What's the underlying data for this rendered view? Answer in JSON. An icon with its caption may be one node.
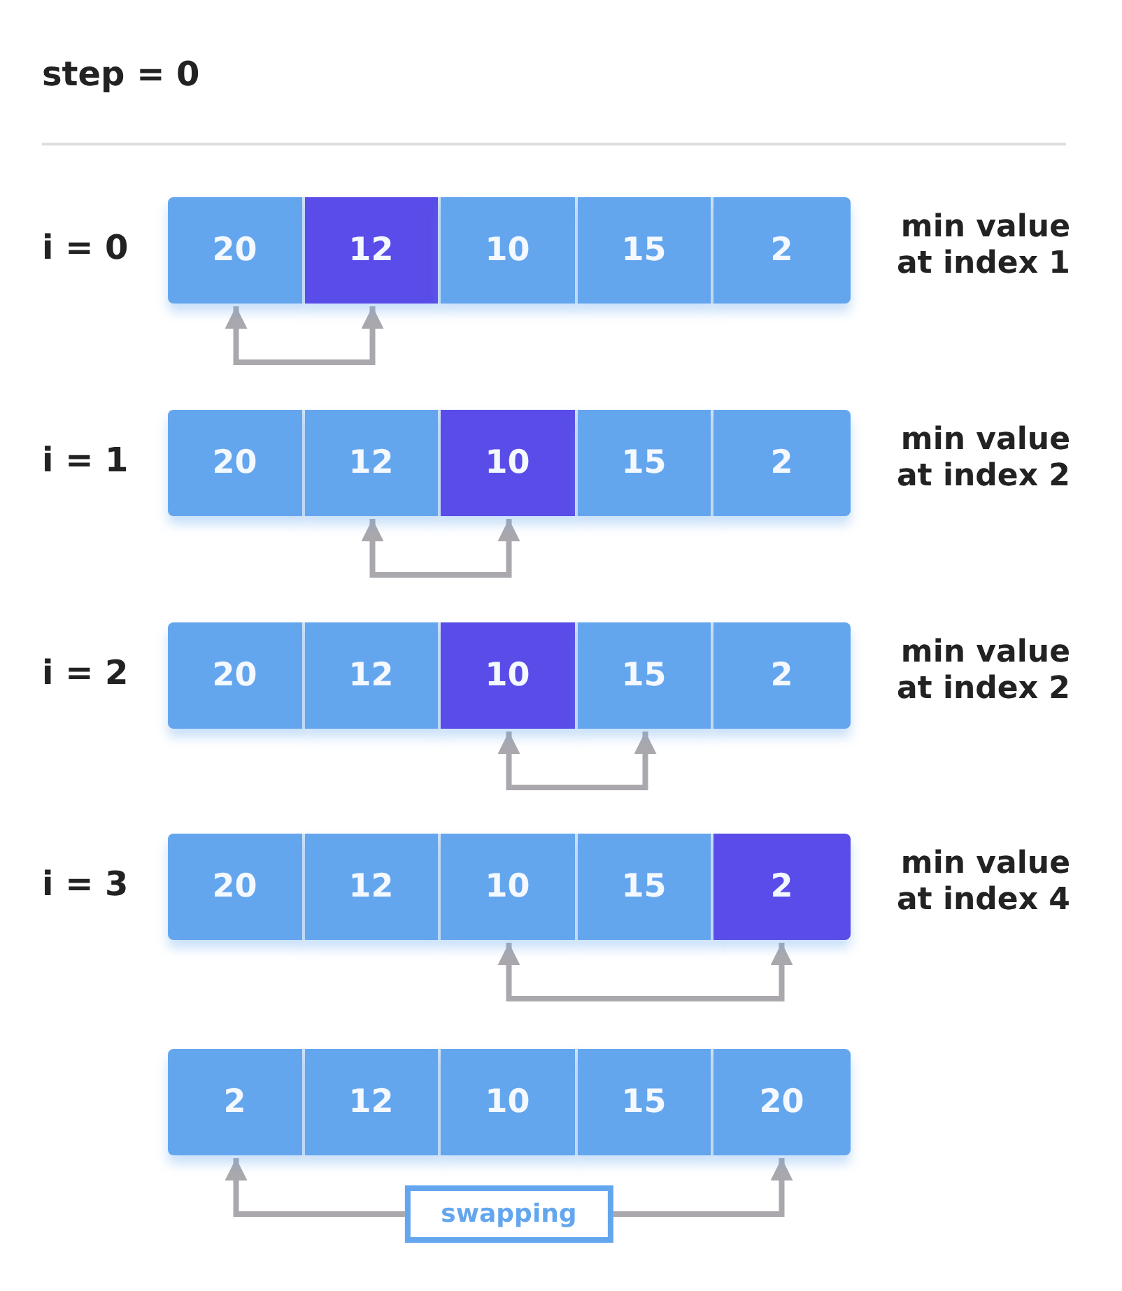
{
  "diagram": {
    "nodes": [
      {
        "text": [
          "20"
        ]
      },
      {
        "text": [
          "12"
        ]
      },
      {
        "text": [
          "10"
        ]
      },
      {
        "text": [
          "15"
        ]
      },
      {
        "text": [
          "2"
        ]
      },
      {
        "text": [
          "20"
        ]
      },
      {
        "text": [
          "12"
        ]
      },
      {
        "text": [
          "10"
        ]
      },
      {
        "text": [
          "15"
        ]
      },
      {
        "text": [
          "2"
        ]
      },
      {
        "text": [
          "20"
        ]
      },
      {
        "text": [
          "12"
        ]
      },
      {
        "text": [
          "10"
        ]
      },
      {
        "text": [
          "15"
        ]
      },
      {
        "text": [
          "2"
        ]
      },
      {
        "text": [
          "20"
        ]
      },
      {
        "text": [
          "12"
        ]
      },
      {
        "text": [
          "10"
        ]
      },
      {
        "text": [
          "15"
        ]
      },
      {
        "text": [
          "2"
        ]
      },
      {
        "text": [
          "2"
        ]
      },
      {
        "text": [
          "12"
        ]
      },
      {
        "text": [
          "10"
        ]
      },
      {
        "text": [
          "15"
        ]
      },
      {
        "text": [
          "20"
        ]
      }
    ],
    "edges": [
      {
        "from": 0,
        "to": 1,
        "arrow": "both"
      },
      {
        "from": 6,
        "to": 7,
        "arrow": "both"
      },
      {
        "from": 12,
        "to": 13,
        "arrow": "both"
      },
      {
        "from": 17,
        "to": 19,
        "arrow": "both"
      },
      {
        "from": 20,
        "to": 24,
        "arrow": "both",
        "label": "swapping"
      }
    ],
    "labels": [
      "step = 0",
      "i = 0",
      "min value at index 1",
      "i = 1",
      "min value at index 2",
      "i = 2",
      "min value at index 2",
      "i = 3",
      "min value at index 4"
    ]
  }
}
